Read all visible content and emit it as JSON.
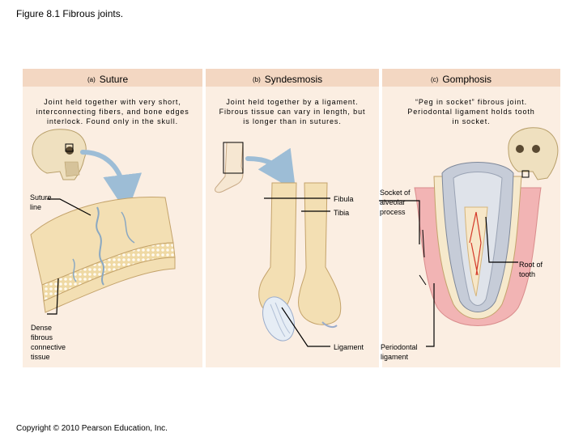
{
  "figure_title": "Figure 8.1  Fibrous joints.",
  "copyright": "Copyright © 2010 Pearson Education, Inc.",
  "panels": {
    "a": {
      "letter": "(a)",
      "name": "Suture",
      "description": "Joint held together with very short,\ninterconnecting fibers, and bone edges\ninterlock. Found only in the skull."
    },
    "b": {
      "letter": "(b)",
      "name": "Syndesmosis",
      "description": "Joint held together by a ligament.\nFibrous tissue can vary in length, but\nis longer than in sutures."
    },
    "c": {
      "letter": "(c)",
      "name": "Gomphosis",
      "description": "“Peg in socket” fibrous joint.\nPeriodontal ligament holds tooth\nin socket."
    }
  },
  "labels": {
    "suture_line": "Suture\nline",
    "dense_tissue": "Dense\nfibrous\nconnective\ntissue",
    "fibula": "Fibula",
    "tibia": "Tibia",
    "ligament": "Ligament",
    "socket": "Socket of\nalveolar\nprocess",
    "root": "Root of\ntooth",
    "periodontal": "Periodontal\nligament"
  },
  "colors": {
    "panel_bg": "#fbeee2",
    "panel_header": "#f3d7c2",
    "bone": "#f2dcae",
    "arrow": "#9dbdd6",
    "gum": "#f2b4b4"
  }
}
